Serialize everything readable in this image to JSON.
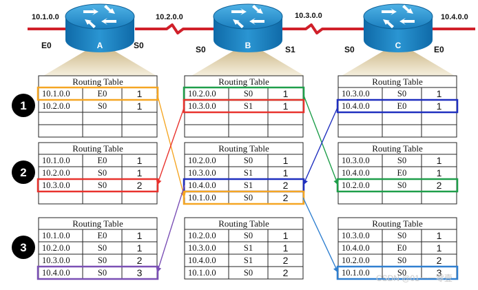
{
  "networks": [
    "10.1.0.0",
    "10.2.0.0",
    "10.3.0.0",
    "10.4.0.0"
  ],
  "routers": [
    {
      "name": "A",
      "left_port": "E0",
      "right_port": "S0"
    },
    {
      "name": "B",
      "left_port": "S0",
      "right_port": "S1"
    },
    {
      "name": "C",
      "left_port": "S0",
      "right_port": "E0"
    }
  ],
  "table_title": "Routing Table",
  "steps": [
    "1",
    "2",
    "3"
  ],
  "tables": [
    [
      [
        [
          "10.1.0.0",
          "E0",
          "1"
        ],
        [
          "10.2.0.0",
          "S0",
          "1"
        ],
        [
          "",
          "",
          ""
        ],
        [
          "",
          "",
          ""
        ]
      ],
      [
        [
          "10.2.0.0",
          "S0",
          "1"
        ],
        [
          "10.3.0.0",
          "S1",
          "1"
        ],
        [
          "",
          "",
          ""
        ],
        [
          "",
          "",
          ""
        ]
      ],
      [
        [
          "10.3.0.0",
          "S0",
          "1"
        ],
        [
          "10.4.0.0",
          "E0",
          "1"
        ],
        [
          "",
          "",
          ""
        ],
        [
          "",
          "",
          ""
        ]
      ]
    ],
    [
      [
        [
          "10.1.0.0",
          "E0",
          "1"
        ],
        [
          "10.2.0.0",
          "S0",
          "1"
        ],
        [
          "10.3.0.0",
          "S0",
          "2"
        ],
        [
          "",
          "",
          ""
        ]
      ],
      [
        [
          "10.2.0.0",
          "S0",
          "1"
        ],
        [
          "10.3.0.0",
          "S1",
          "1"
        ],
        [
          "10.4.0.0",
          "S1",
          "2"
        ],
        [
          "10.1.0.0",
          "S0",
          "2"
        ]
      ],
      [
        [
          "10.3.0.0",
          "S0",
          "1"
        ],
        [
          "10.4.0.0",
          "E0",
          "1"
        ],
        [
          "10.2.0.0",
          "S0",
          "2"
        ],
        [
          "",
          "",
          ""
        ]
      ]
    ],
    [
      [
        [
          "10.1.0.0",
          "E0",
          "1"
        ],
        [
          "10.2.0.0",
          "S0",
          "1"
        ],
        [
          "10.3.0.0",
          "S0",
          "2"
        ],
        [
          "10.4.0.0",
          "S0",
          "3"
        ]
      ],
      [
        [
          "10.2.0.0",
          "S0",
          "1"
        ],
        [
          "10.3.0.0",
          "S1",
          "1"
        ],
        [
          "10.4.0.0",
          "S1",
          "2"
        ],
        [
          "10.1.0.0",
          "S0",
          "2"
        ]
      ],
      [
        [
          "10.3.0.0",
          "S0",
          "1"
        ],
        [
          "10.4.0.0",
          "E0",
          "1"
        ],
        [
          "10.2.0.0",
          "S0",
          "2"
        ],
        [
          "10.1.0.0",
          "S0",
          "3"
        ]
      ]
    ]
  ],
  "highlights": [
    {
      "step": 1,
      "table": 0,
      "row": 0,
      "color": "#f5a623"
    },
    {
      "step": 1,
      "table": 1,
      "row": 0,
      "color": "#1e9e4a"
    },
    {
      "step": 1,
      "table": 1,
      "row": 1,
      "color": "#e8322d"
    },
    {
      "step": 1,
      "table": 2,
      "row": 1,
      "color": "#1f2fbf"
    },
    {
      "step": 2,
      "table": 0,
      "row": 2,
      "color": "#e8322d"
    },
    {
      "step": 2,
      "table": 1,
      "row": 2,
      "color": "#1f2fbf"
    },
    {
      "step": 2,
      "table": 1,
      "row": 3,
      "color": "#f5a623"
    },
    {
      "step": 2,
      "table": 2,
      "row": 2,
      "color": "#1e9e4a"
    },
    {
      "step": 3,
      "table": 0,
      "row": 3,
      "color": "#7a4fb5"
    },
    {
      "step": 3,
      "table": 2,
      "row": 3,
      "color": "#2f7fd0"
    }
  ],
  "arrows": [
    {
      "from": [
        1,
        0,
        0
      ],
      "to": [
        2,
        1,
        3
      ],
      "color": "#f5a623"
    },
    {
      "from": [
        1,
        1,
        0
      ],
      "to": [
        2,
        2,
        2
      ],
      "color": "#1e9e4a"
    },
    {
      "from": [
        1,
        1,
        1
      ],
      "to": [
        2,
        0,
        2
      ],
      "color": "#e8322d"
    },
    {
      "from": [
        1,
        2,
        1
      ],
      "to": [
        2,
        1,
        2
      ],
      "color": "#1f2fbf"
    },
    {
      "from": [
        2,
        1,
        2
      ],
      "to": [
        3,
        0,
        3
      ],
      "color": "#7a4fb5"
    },
    {
      "from": [
        2,
        1,
        3
      ],
      "to": [
        3,
        2,
        3
      ],
      "color": "#2f7fd0"
    }
  ],
  "watermark": "CSDN @01一一零壹",
  "colors": {
    "link": "#d0202a",
    "router": "#1e8fc4",
    "cone": "#d9c48f"
  }
}
